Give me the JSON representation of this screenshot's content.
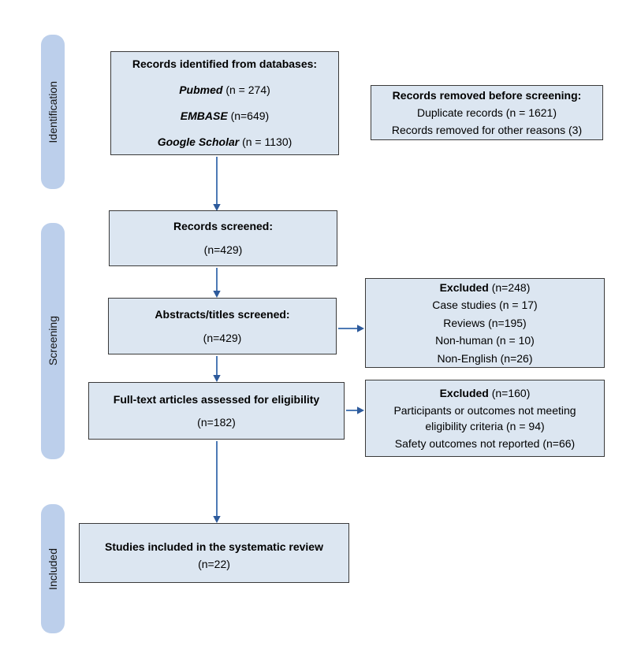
{
  "colors": {
    "sidebar_fill": "#bccfeb",
    "box_fill": "#dce6f1",
    "box_border": "#3a3a3a",
    "arrow_line": "#4d7ab5",
    "arrow_head": "#2d5a9b"
  },
  "sidebar": {
    "identification": "Identification",
    "screening": "Screening",
    "included": "Included"
  },
  "boxes": {
    "identified": {
      "title": "Records identified from databases:",
      "items": [
        {
          "source": "Pubmed",
          "count": "(n = 274)"
        },
        {
          "source": "EMBASE",
          "count": "(n=649)"
        },
        {
          "source": "Google Scholar",
          "count": "(n = 1130)"
        }
      ]
    },
    "removed": {
      "title": "Records removed before screening:",
      "lines": [
        "Duplicate records  (n = 1621)",
        "Records removed for other reasons (3)"
      ]
    },
    "screened": {
      "title": "Records screened:",
      "count": "(n=429)"
    },
    "abstracts": {
      "title": "Abstracts/titles screened:",
      "count": "(n=429)"
    },
    "excluded_screening": {
      "title": "Excluded",
      "count": "(n=248)",
      "lines": [
        "Case studies (n = 17)",
        "Reviews (n=195)",
        "Non-human (n = 10)",
        "Non-English  (n=26)"
      ]
    },
    "fulltext": {
      "title": "Full-text articles assessed for eligibility",
      "count": "(n=182)"
    },
    "excluded_fulltext": {
      "title": "Excluded",
      "count": "(n=160)",
      "lines": [
        "Participants or outcomes not meeting eligibility criteria (n = 94)",
        "Safety outcomes not reported (n=66)"
      ]
    },
    "included": {
      "title": "Studies included in the systematic review",
      "count": "(n=22)"
    }
  }
}
